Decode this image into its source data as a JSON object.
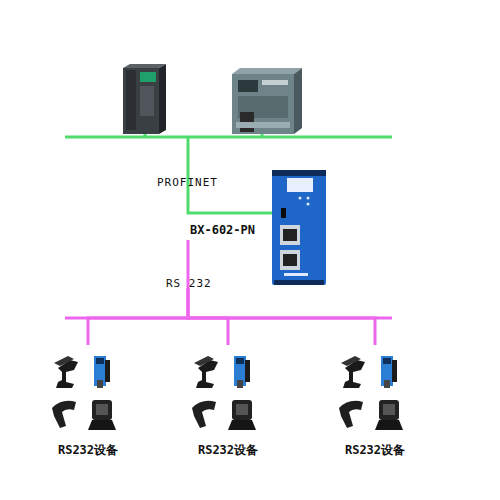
{
  "diagram": {
    "nodes": [
      {
        "text": [
          "BX-602-PN"
        ]
      },
      {
        "text": [
          "RS232设备"
        ]
      },
      {
        "text": [
          "RS232设备"
        ]
      },
      {
        "text": [
          "RS232设备"
        ]
      }
    ],
    "edges": [
      {
        "from": 0,
        "to": 1,
        "arrow": "none"
      },
      {
        "from": 0,
        "to": 2,
        "arrow": "none"
      },
      {
        "from": 0,
        "to": 3,
        "arrow": "none"
      }
    ],
    "labels": [
      "PROFINET",
      "RS 232"
    ]
  }
}
